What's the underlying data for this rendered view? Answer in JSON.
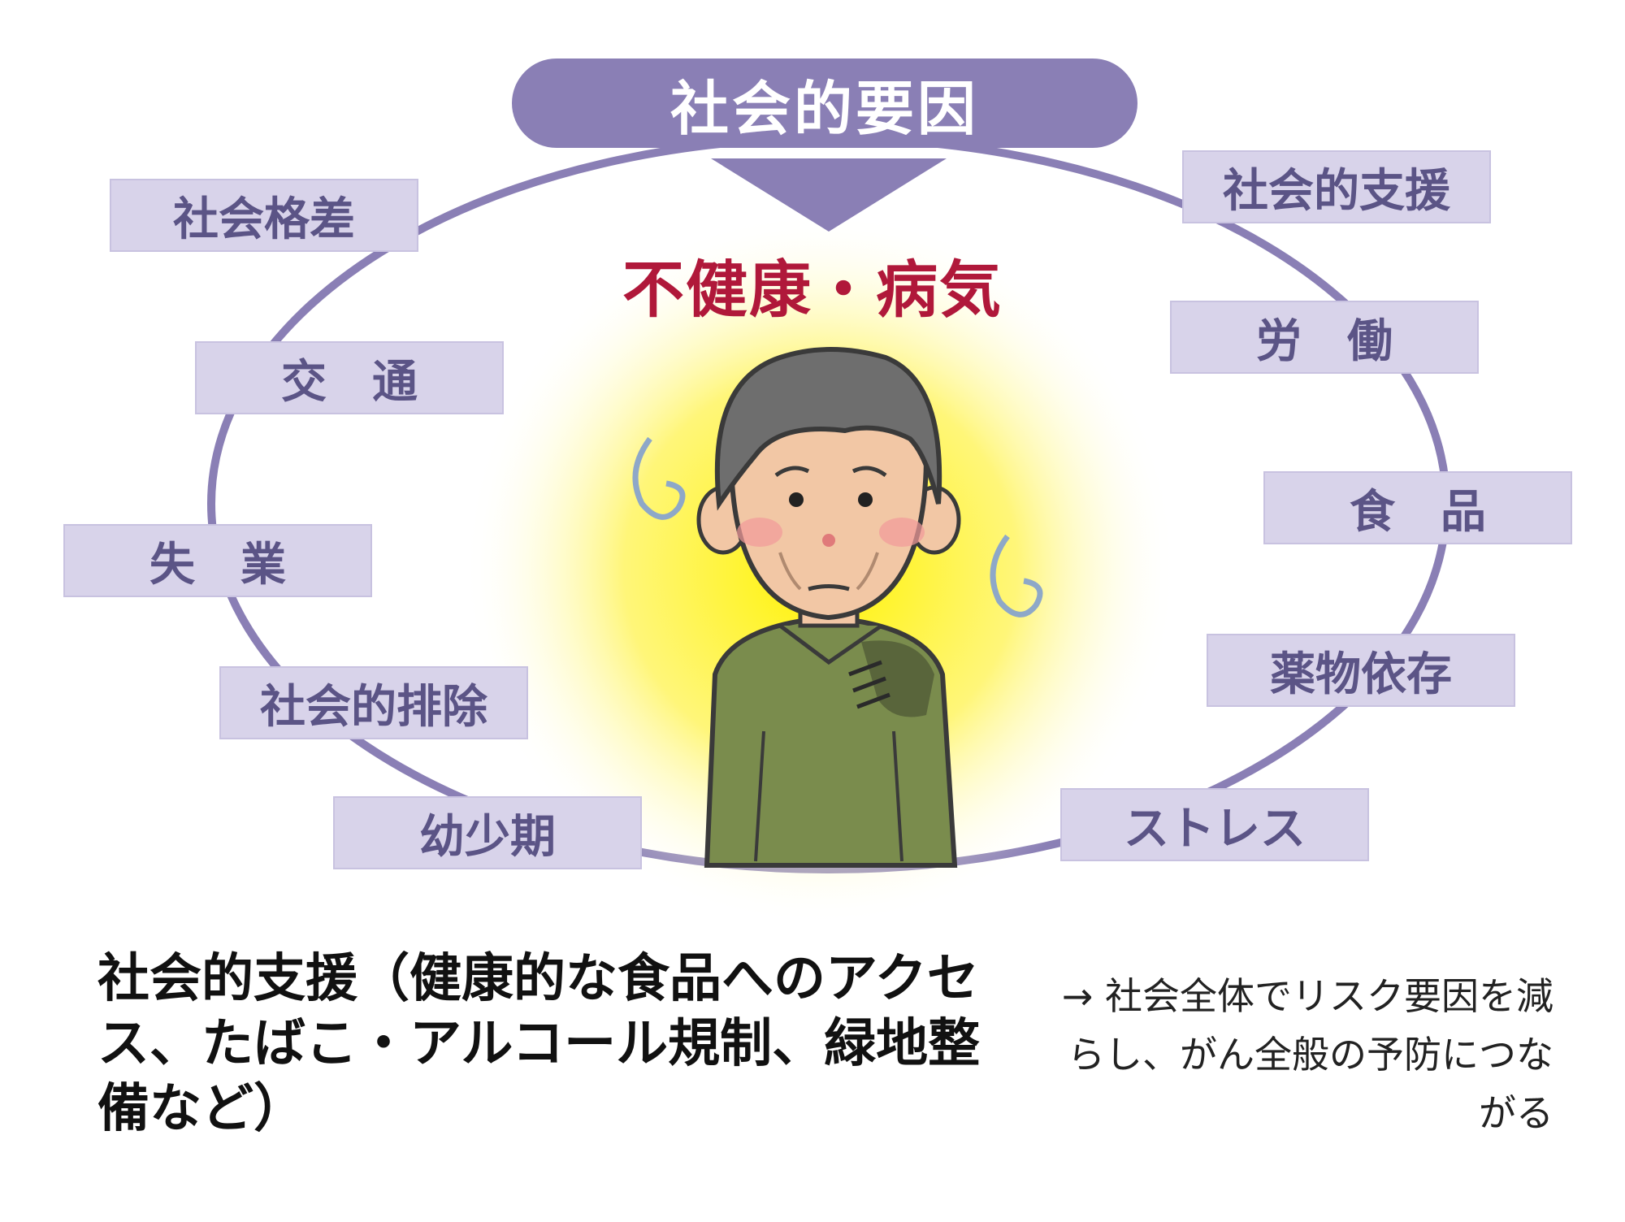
{
  "header": {
    "title": "社会的要因"
  },
  "center": {
    "label": "不健康・病気"
  },
  "factors": {
    "left": [
      "社会格差",
      "交　通",
      "失　業",
      "社会的排除",
      "幼少期"
    ],
    "right": [
      "社会的支援",
      "労　働",
      "食　品",
      "薬物依存",
      "ストレス"
    ]
  },
  "caption": {
    "main": "社会的支援（健康的な食品へのアクセス、たばこ・アルコール規制、緑地整備など）",
    "note": "→ 社会全体でリスク要因を減らし、がん全般の予防につながる"
  },
  "colors": {
    "accent": "#8a7fb5",
    "box_fill": "#d8d3ea",
    "box_text": "#5b5486",
    "disease_text": "#b0183a",
    "glow": "#fff200"
  }
}
